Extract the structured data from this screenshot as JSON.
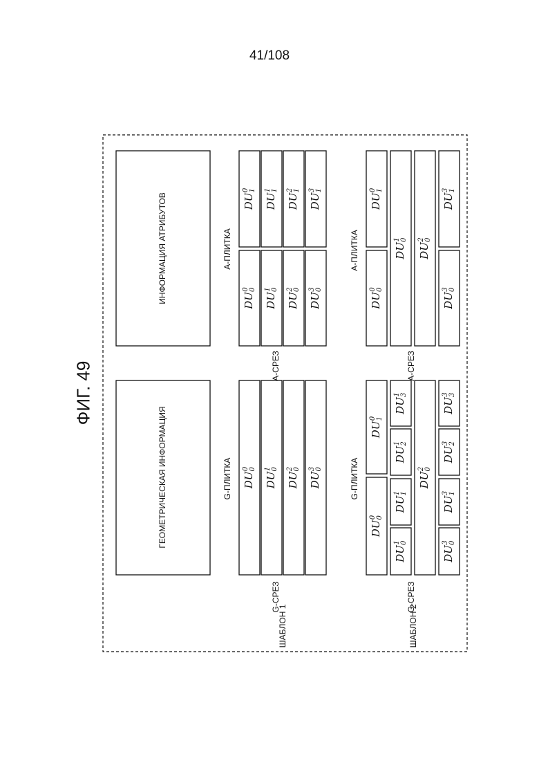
{
  "page_number": "41/108",
  "figure_title": "ФИГ. 49",
  "panels": {
    "geometry_info": "ГЕОМЕТРИЧЕСКАЯ ИНФОРМАЦИЯ",
    "attribute_info": "ИНФОРМАЦИЯ АТРИБУТОВ"
  },
  "labels": {
    "g_slice": "G-СРЕЗ",
    "a_slice": "A-СРЕЗ",
    "g_tile": "G-ПЛИТКА",
    "a_tile": "A-ПЛИТКА",
    "template1": "ШАБЛОН 1",
    "template2": "ШАБЛОН 2"
  },
  "du_base": "DU"
}
